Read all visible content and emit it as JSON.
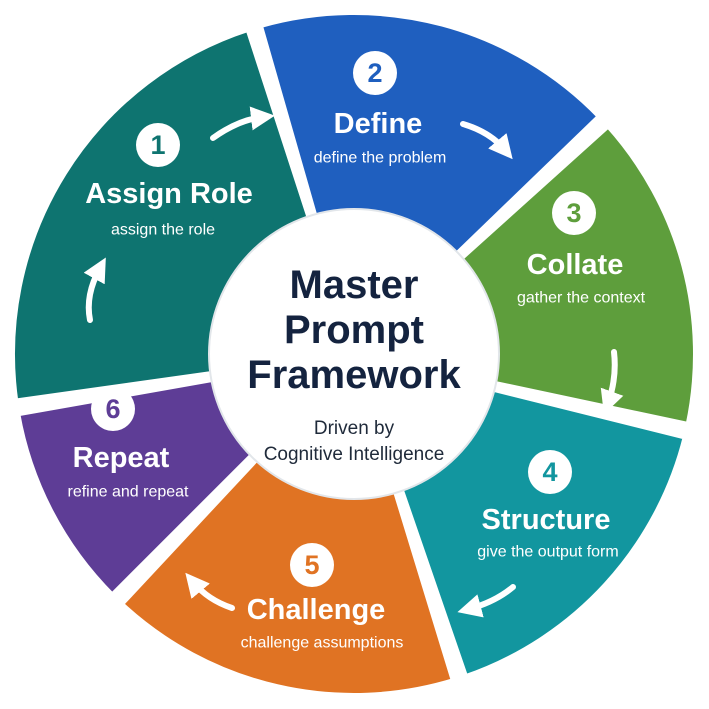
{
  "center": {
    "title_lines": [
      "Master",
      "Prompt",
      "Framework"
    ],
    "subtitle_lines": [
      "Driven by",
      "Cognitive Intelligence"
    ]
  },
  "steps": [
    {
      "number": "1",
      "title": "Assign Role",
      "subtitle": "assign the role",
      "color": "#0e7470"
    },
    {
      "number": "2",
      "title": "Define",
      "subtitle": "define the problem",
      "color": "#1f5fbf"
    },
    {
      "number": "3",
      "title": "Collate",
      "subtitle": "gather the context",
      "color": "#5e9e3c"
    },
    {
      "number": "4",
      "title": "Structure",
      "subtitle": "give the output form",
      "color": "#12969f"
    },
    {
      "number": "5",
      "title": "Challenge",
      "subtitle": "challenge assumptions",
      "color": "#e07323"
    },
    {
      "number": "6",
      "title": "Repeat",
      "subtitle": "refine and repeat",
      "color": "#5e3d96"
    }
  ],
  "colors": {
    "title": "#14233f",
    "subtitle": "#1f2a3a",
    "arrow": "#ffffff",
    "background": "#ffffff"
  }
}
